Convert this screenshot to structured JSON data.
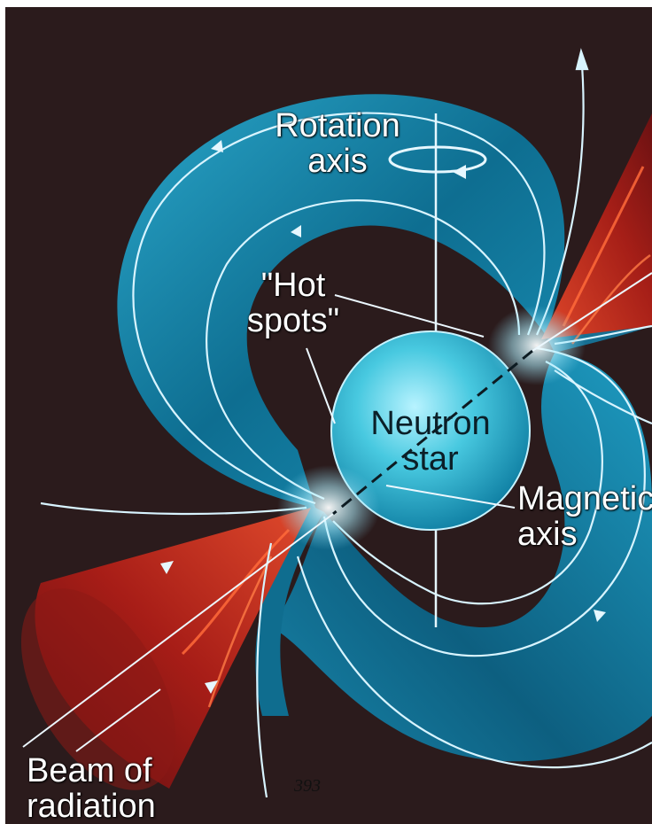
{
  "labels": {
    "rotation_axis": "Rotation\naxis",
    "hot_spots": "\"Hot\nspots\"",
    "neutron_star": "Neutron\nstar",
    "magnetic_axis": "Magnetic\naxis",
    "beam_of_radiation": "Beam of\nradiation"
  },
  "page_number": "393",
  "colors": {
    "background": "#2b1b1c",
    "field_band": "#1d8fb3",
    "field_line": "#d8f4ff",
    "star": "#3cc3d9",
    "beam": "#b0241c",
    "beam_streak": "#ff5a2a",
    "label": "#ffffff"
  }
}
